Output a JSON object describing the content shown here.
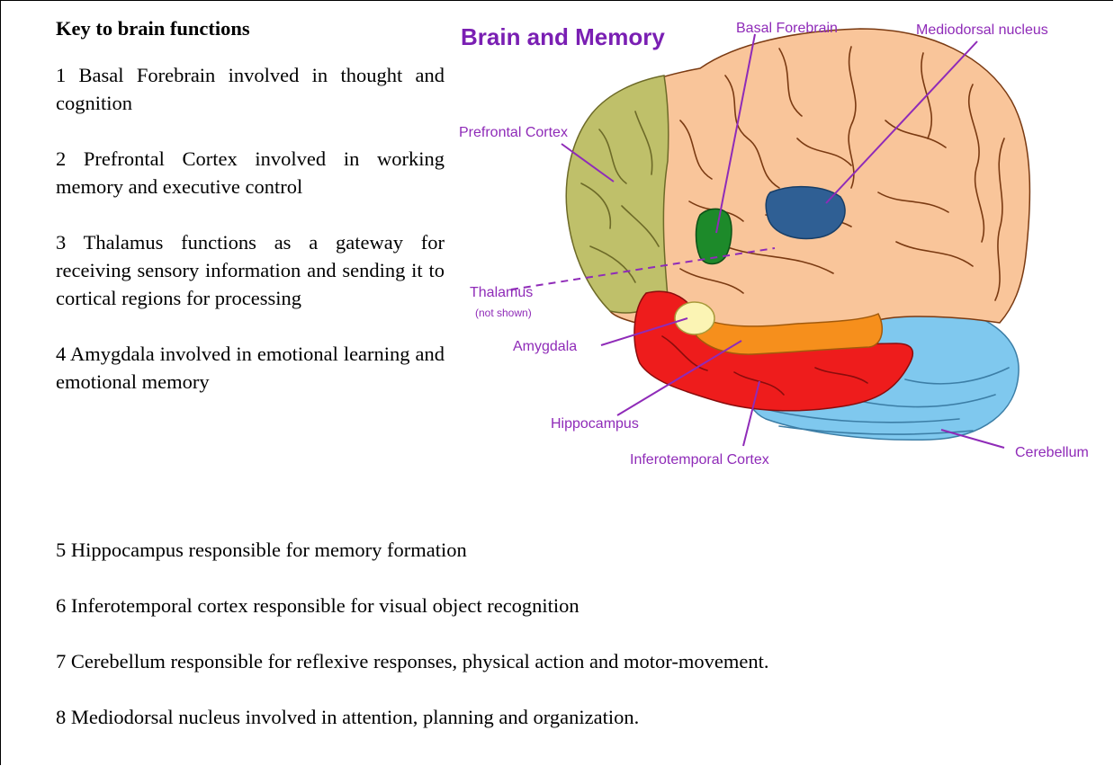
{
  "key": {
    "title": "Key to brain functions",
    "items": [
      "1 Basal Forebrain involved in thought and cognition",
      "2 Prefrontal Cortex involved in working memory and executive control",
      "3 Thalamus functions as a gateway for receiving sensory information and sending it to cortical regions for processing",
      "4 Amygdala involved in emotional learning and emotional memory"
    ],
    "more_items": [
      "5 Hippocampus responsible for memory formation",
      "6 Inferotemporal cortex responsible for visual object recognition",
      "7 Cerebellum responsible for reflexive responses, physical action and motor-movement.",
      "8 Mediodorsal nucleus involved in attention, planning and organization."
    ]
  },
  "diagram": {
    "title": "Brain and Memory",
    "labels": {
      "basal_forebrain": "Basal Forebrain",
      "mediodorsal_nucleus": "Mediodorsal nucleus",
      "prefrontal_cortex": "Prefrontal Cortex",
      "thalamus": "Thalamus",
      "thalamus_note": "(not shown)",
      "amygdala": "Amygdala",
      "hippocampus": "Hippocampus",
      "inferotemporal_cortex": "Inferotemporal Cortex",
      "cerebellum": "Cerebellum"
    },
    "colors": {
      "cortex": "#f9c59a",
      "prefrontal": "#bfc06a",
      "basal_forebrain": "#1d8a2a",
      "mediodorsal": "#2f5f94",
      "amygdala": "#fbf4b4",
      "hippocampus": "#f68f1c",
      "inferotemporal": "#ee1c1c",
      "cerebellum": "#7fc8ee",
      "label": "#8f2bb8",
      "title": "#7a1fb3"
    }
  }
}
